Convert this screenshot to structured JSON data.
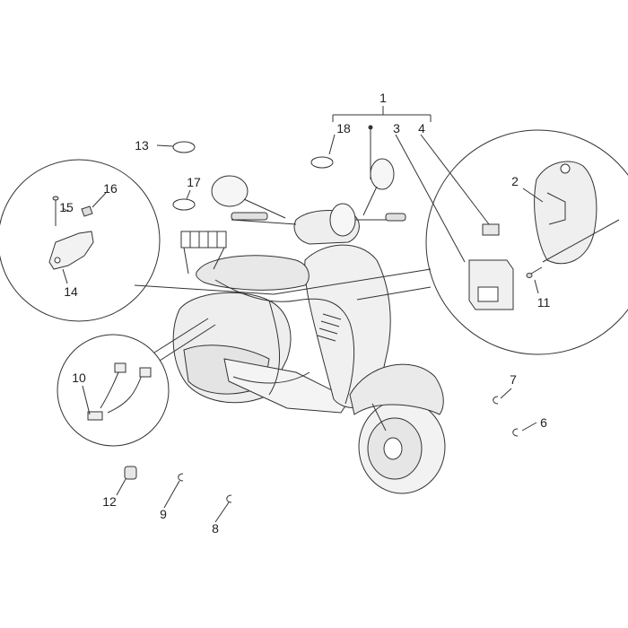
{
  "diagram": {
    "callouts": {
      "c1": "1",
      "c2": "2",
      "c3": "3",
      "c4": "4",
      "c6": "6",
      "c7": "7",
      "c8": "8",
      "c9": "9",
      "c10": "10",
      "c11": "11",
      "c12": "12",
      "c13": "13",
      "c14": "14",
      "c15": "15",
      "c16": "16",
      "c17": "17",
      "c18": "18"
    }
  }
}
